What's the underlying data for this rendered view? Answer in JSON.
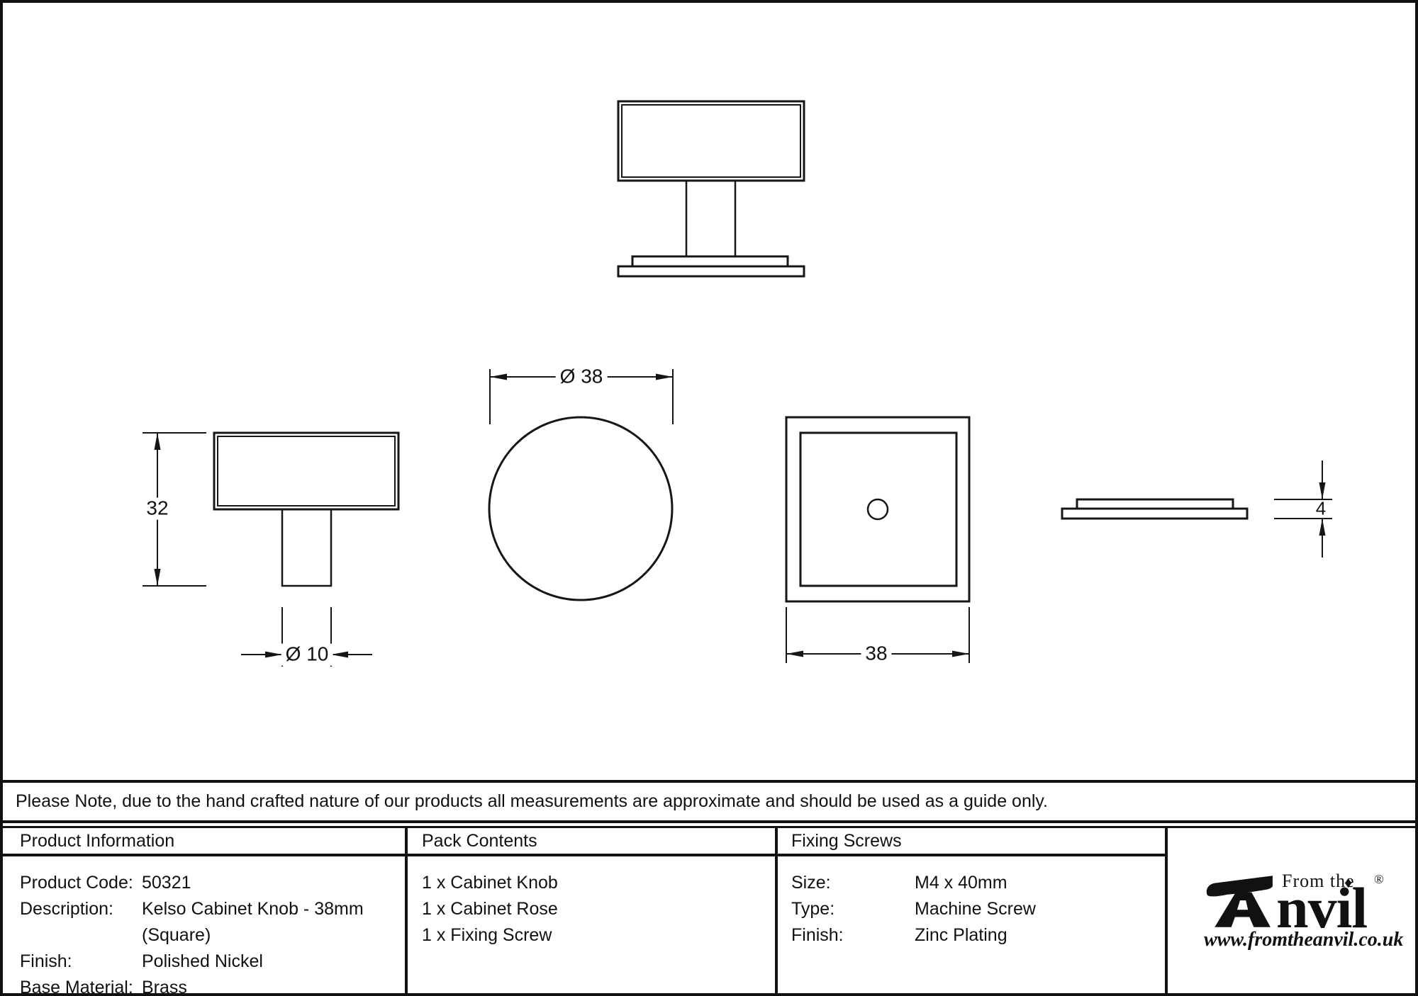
{
  "colors": {
    "line": "#161616",
    "border": "#111111",
    "background": "#ffffff"
  },
  "dimensions": {
    "knob_height": "32",
    "stem_diameter": "Ø 10",
    "knob_diameter": "Ø 38",
    "base_width": "38",
    "rose_thickness": "4"
  },
  "note": "Please Note, due to the hand crafted nature of our products all measurements are approximate and should be used as a guide only.",
  "table": {
    "product_information": {
      "header": "Product Information",
      "rows": [
        {
          "label": "Product Code:",
          "value": "50321"
        },
        {
          "label": "Description:",
          "value": "Kelso Cabinet Knob - 38mm"
        },
        {
          "label": "",
          "value": "(Square)"
        },
        {
          "label": "Finish:",
          "value": "Polished Nickel"
        },
        {
          "label": "Base Material:",
          "value": "Brass"
        }
      ]
    },
    "pack_contents": {
      "header": "Pack Contents",
      "items": [
        "1 x Cabinet Knob",
        "1 x Cabinet Rose",
        "1 x Fixing Screw"
      ]
    },
    "fixing_screws": {
      "header": "Fixing Screws",
      "rows": [
        {
          "label": "Size:",
          "value": "M4 x 40mm"
        },
        {
          "label": "Type:",
          "value": "Machine Screw"
        },
        {
          "label": "Finish:",
          "value": "Zinc Plating"
        }
      ]
    }
  },
  "logo": {
    "brand_prefix": "From the",
    "brand_name": "nvil",
    "diamond": "♦",
    "registered": "®",
    "url": "www.fromtheanvil.co.uk"
  }
}
